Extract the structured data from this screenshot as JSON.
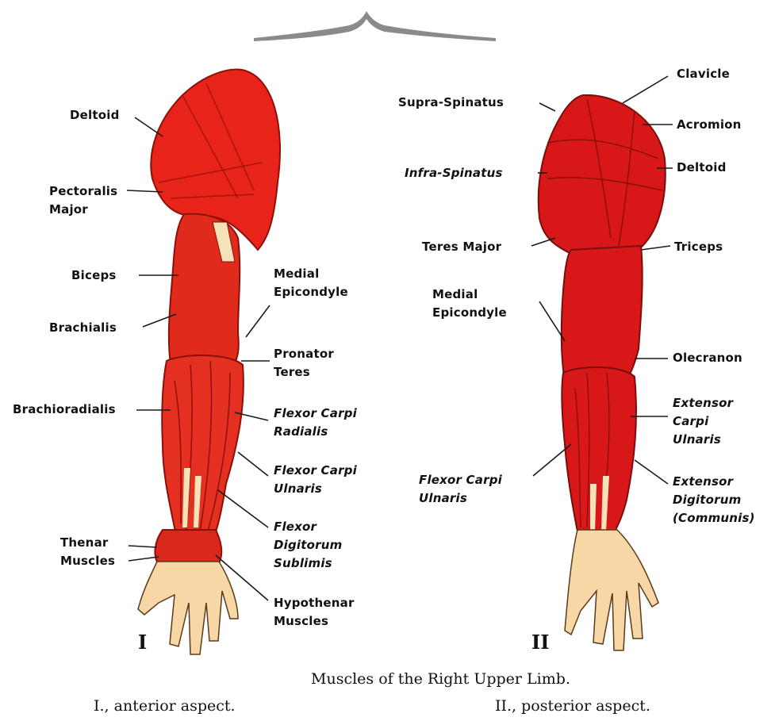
{
  "figure": {
    "caption_title": "Muscles of the Right Upper Limb.",
    "caption_i": "I., anterior aspect.",
    "caption_ii": "II., posterior aspect."
  },
  "anterior": {
    "numeral": "I",
    "labels": {
      "deltoid": "Deltoid",
      "pectoralis_major": "Pectoralis\nMajor",
      "biceps": "Biceps",
      "brachialis": "Brachialis",
      "brachioradialis": "Brachioradialis",
      "thenar_muscles": "Thenar\nMuscles",
      "medial_epicondyle": "Medial\nEpicondyle",
      "pronator_teres": "Pronator\nTeres",
      "flexor_carpi_radialis": "Flexor Carpi\nRadialis",
      "flexor_carpi_ulnaris": "Flexor Carpi\nUlnaris",
      "flexor_digitorum_sublimis": "Flexor\nDigitorum\nSublimis",
      "hypothenar_muscles": "Hypothenar\nMuscles"
    }
  },
  "posterior": {
    "numeral": "II",
    "labels": {
      "supra_spinatus": "Supra-Spinatus",
      "infra_spinatus": "Infra-Spinatus",
      "teres_major": "Teres Major",
      "medial_epicondyle": "Medial\nEpicondyle",
      "flexor_carpi_ulnaris": "Flexor Carpi\nUlnaris",
      "clavicle": "Clavicle",
      "acromion": "Acromion",
      "deltoid": "Deltoid",
      "triceps": "Triceps",
      "olecranon": "Olecranon",
      "extensor_carpi_ulnaris": "Extensor\nCarpi\nUlnaris",
      "extensor_digitorum": "Extensor\nDigitorum\n(Communis)"
    }
  },
  "colors": {
    "muscle": "#e8231a",
    "muscle_dark": "#b8160e",
    "muscle_posterior": "#d81818",
    "tendon": "#f6e2b8",
    "skin": "#f7d7a6",
    "line": "#1a1a1a",
    "bracket": "#8a8a8a"
  }
}
